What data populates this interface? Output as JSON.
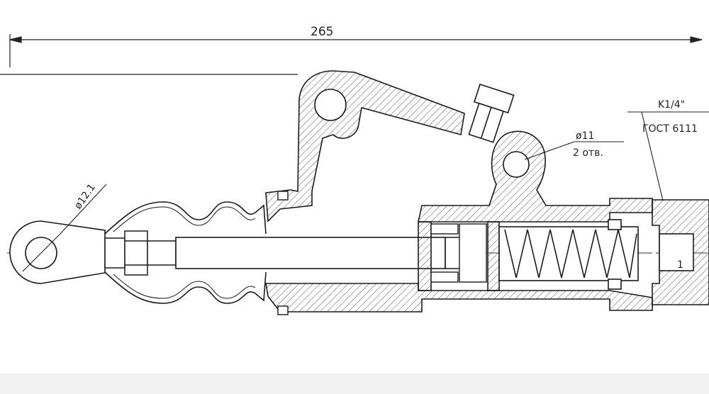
{
  "drawing": {
    "overall_length": "265",
    "eye_diameter": "ø12.1",
    "hole_diameter": "ø11",
    "hole_count": "2 отв.",
    "thread_spec": "K1/4\"",
    "thread_standard": "ГОСТ 6111",
    "part_marker": "1",
    "colors": {
      "line": "#1a1a1a",
      "hatch": "#444444",
      "band": "#f1f1f2"
    }
  }
}
